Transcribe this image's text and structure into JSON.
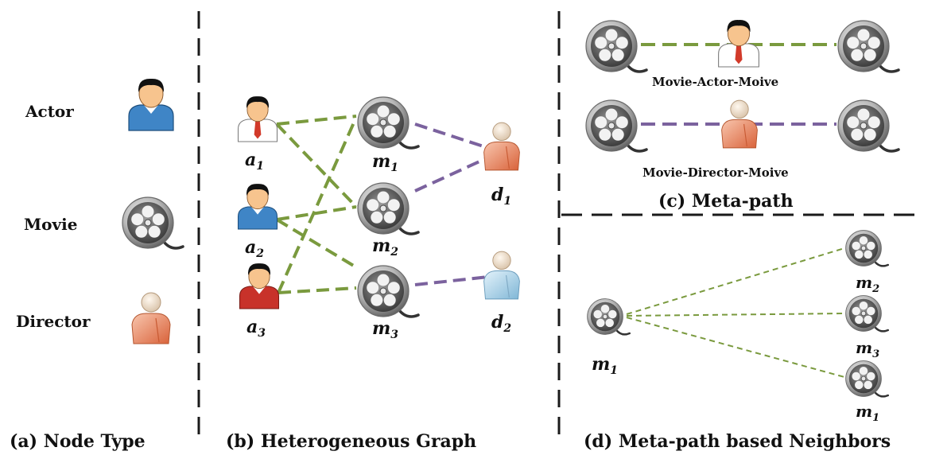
{
  "panel_a": {
    "caption": "(a) Node Type",
    "labels": {
      "actor": "Actor",
      "movie": "Movie",
      "director": "Director"
    }
  },
  "panel_b": {
    "caption": "(b) Heterogeneous Graph",
    "nodes": {
      "a1": {
        "base": "a",
        "sub": "1"
      },
      "a2": {
        "base": "a",
        "sub": "2"
      },
      "a3": {
        "base": "a",
        "sub": "3"
      },
      "m1": {
        "base": "m",
        "sub": "1"
      },
      "m2": {
        "base": "m",
        "sub": "2"
      },
      "m3": {
        "base": "m",
        "sub": "3"
      },
      "d1": {
        "base": "d",
        "sub": "1"
      },
      "d2": {
        "base": "d",
        "sub": "2"
      }
    }
  },
  "panel_c": {
    "caption": "(c) Meta-path",
    "paths": [
      "Movie-Actor-Moive",
      "Movie-Director-Moive"
    ]
  },
  "panel_d": {
    "caption": "(d) Meta-path based Neighbors",
    "nodes": {
      "center": {
        "base": "m",
        "sub": "1"
      },
      "n_top": {
        "base": "m",
        "sub": "2"
      },
      "n_mid": {
        "base": "m",
        "sub": "3"
      },
      "n_bot": {
        "base": "m",
        "sub": "1"
      }
    }
  },
  "colors": {
    "actor_edge": "#7a9a3e",
    "director_edge": "#7b629e",
    "divider": "#1a1a1a"
  },
  "icons": {
    "actor": "actor-person-icon",
    "movie": "film-reel-icon",
    "director": "director-person-icon"
  }
}
